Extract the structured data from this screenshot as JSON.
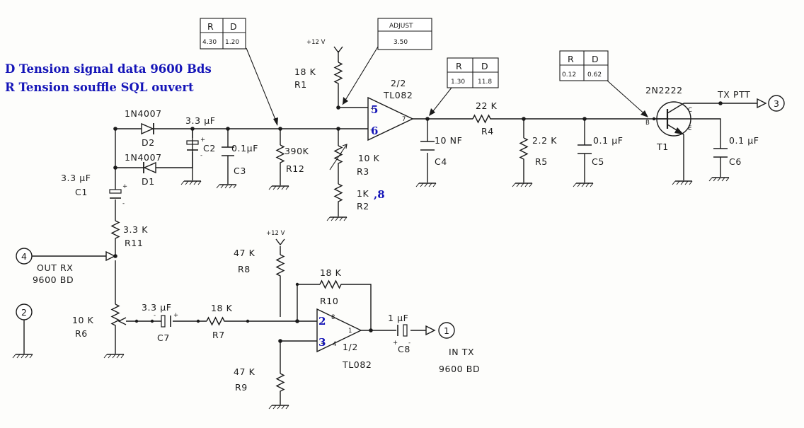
{
  "legend": {
    "line_d": "D Tension signal data 9600 Bds",
    "line_r": "R Tension souffle SQL ouvert"
  },
  "supply": {
    "top": "+12 V",
    "bottom": "+12 V"
  },
  "components": {
    "d2": {
      "type": "1N4007",
      "ref": "D2"
    },
    "d1": {
      "type": "1N4007",
      "ref": "D1"
    },
    "c2": {
      "value": "3.3 µF",
      "ref": "C2"
    },
    "c3": {
      "value": "0.1µF",
      "ref": "C3"
    },
    "r12": {
      "value": "390K",
      "ref": "R12"
    },
    "r1": {
      "value": "18 K",
      "ref": "R1"
    },
    "r3": {
      "value": "10 K",
      "ref": "R3"
    },
    "r2": {
      "value": "1K",
      "ref": "R2"
    },
    "u_top": {
      "part": "2/2",
      "type": "TL082"
    },
    "c4": {
      "value": "10 NF",
      "ref": "C4"
    },
    "r4": {
      "value": "22 K",
      "ref": "R4"
    },
    "r5": {
      "value": "2.2 K",
      "ref": "R5"
    },
    "c5": {
      "value": "0.1 µF",
      "ref": "C5"
    },
    "t1": {
      "type": "2N2222",
      "ref": "T1"
    },
    "c6": {
      "value": "0.1 µF",
      "ref": "C6"
    },
    "c1": {
      "value": "3.3 µF",
      "ref": "C1"
    },
    "r11": {
      "value": "3.3 K",
      "ref": "R11"
    },
    "r6": {
      "value": "10 K",
      "ref": "R6"
    },
    "c7": {
      "value": "3.3 µF",
      "ref": "C7"
    },
    "r7": {
      "value": "18 K",
      "ref": "R7"
    },
    "r8": {
      "value": "47 K",
      "ref": "R8"
    },
    "r9": {
      "value": "47 K",
      "ref": "R9"
    },
    "r10": {
      "value": "18 K",
      "ref": "R10"
    },
    "u_bot": {
      "part": "1/2",
      "type": "TL082"
    },
    "c8": {
      "value": "1 µF",
      "ref": "C8"
    }
  },
  "connectors": {
    "c1": {
      "num": "1",
      "label1": "IN TX",
      "label2": "9600 BD"
    },
    "c2": {
      "num": "2"
    },
    "c3": {
      "num": "3",
      "label1": "TX PTT"
    },
    "c4": {
      "num": "4",
      "label1": "OUT RX",
      "label2": "9600 BD"
    }
  },
  "pins": {
    "top_plus": "5",
    "top_minus": "6",
    "top_out": "7",
    "bot_minus": "2",
    "bot_plus": "3",
    "bot_out": "1",
    "bot_p8": "8",
    "bot_p4": "4",
    "r2_tag": ",8",
    "t1_b": "B",
    "t1_c": "C",
    "t1_e": "E"
  },
  "tables": {
    "t1": {
      "r_head": "R",
      "d_head": "D",
      "r_val": "4.30",
      "d_val": "1.20"
    },
    "adjust": {
      "head": "ADJUST",
      "val": "3.50"
    },
    "t2": {
      "r_head": "R",
      "d_head": "D",
      "r_val": "1.30",
      "d_val": "11.8"
    },
    "t3": {
      "r_head": "R",
      "d_head": "D",
      "r_val": "0.12",
      "d_val": "0.62"
    }
  }
}
